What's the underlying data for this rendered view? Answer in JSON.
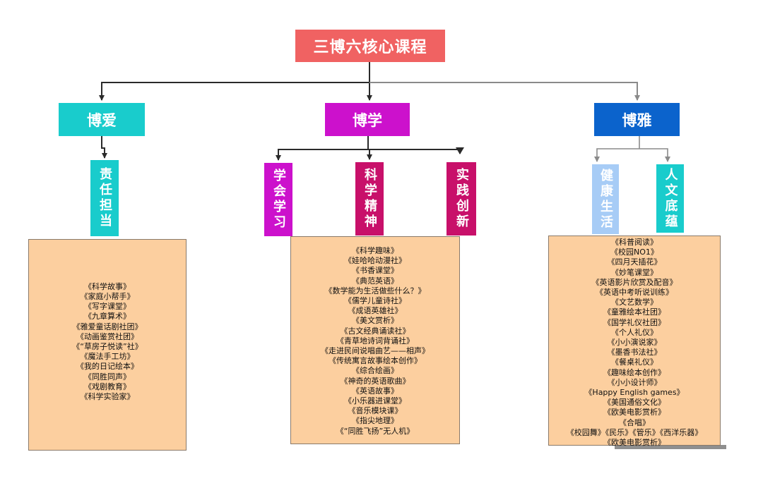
{
  "root": {
    "label": "三博六核心课程"
  },
  "level2": [
    {
      "label": "博爱"
    },
    {
      "label": "博学"
    },
    {
      "label": "博雅"
    }
  ],
  "level3": {
    "boai": [
      {
        "label": "责任担当"
      }
    ],
    "boxue": [
      {
        "label": "学会学习"
      },
      {
        "label": "科学精神"
      },
      {
        "label": "实践创新"
      }
    ],
    "boya": [
      {
        "label": "健康生活"
      },
      {
        "label": "人文底蕴"
      }
    ]
  },
  "courses": {
    "boai": [
      "《科学故事》",
      "《家庭小帮手》",
      "《写字课堂》",
      "《九章算术》",
      "《雅爱童话剧社团》",
      "《动画鉴赏社团》",
      "《“草房子悦读”社》",
      "《魔法手工坊》",
      "《我的日记绘本》",
      "《同胜同声》",
      "《戏剧教育》",
      "《科学实验家》"
    ],
    "boxue": [
      "《科学趣味》",
      "《娃哈哈动漫社》",
      "《书香课堂》",
      "《典范英语》",
      "《数学能为生活做些什么？》",
      "《儒学儿童诗社》",
      "《成语英雄社》",
      "《美文赏析》",
      "《古文经典诵读社》",
      "《青草地诗词背诵社》",
      "《走进民间说唱曲艺——相声》",
      "《传统寓言故事绘本创作》",
      "《综合绘画》",
      "《神奇的英语歌曲》",
      "《英语故事》",
      "《小乐器进课堂》",
      "《音乐模块课》",
      "《指尖地理》",
      "《“同胜飞扬”无人机》"
    ],
    "boya": [
      "《科普阅读》",
      "《校园NO1》",
      "《四月天插花》",
      "《妙笔课堂》",
      "《英语影片欣赏及配音》",
      "《英语中考听说训练》",
      "《文艺数学》",
      "《童雅绘本社团》",
      "《国学礼仪社团》",
      "《个人礼仪》",
      "《小小演说家》",
      "《墨香书法社》",
      "《餐桌礼仪》",
      "《趣味绘本创作》",
      "《小小设计师》",
      "《Happy English games》",
      "《美国通俗文化》",
      "《欧美电影赏析》",
      "《合唱》",
      "《校园舞》《民乐》《管乐》《西洋乐器》",
      "《欧美电影赏析》"
    ]
  },
  "colors": {
    "root": "#f06262",
    "teal": "#19cccc",
    "magenta": "#cc11cc",
    "crimson": "#c8106a",
    "blue": "#0b63cc",
    "light_blue": "#a7ccf6",
    "panel": "#fccf9f"
  }
}
